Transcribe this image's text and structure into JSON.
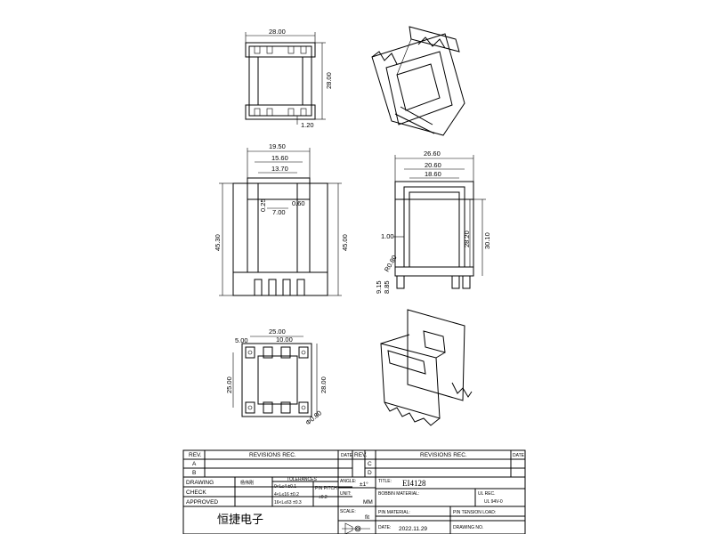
{
  "dimensions": {
    "top_width": "28.00",
    "top_height": "28.00",
    "top_pin": "1.20",
    "front_outer": "19.50",
    "front_mid": "15.60",
    "front_inner": "13.70",
    "front_pin_w": "0.25",
    "front_pin_gap": "7.00",
    "front_pin_h": "0.60",
    "front_left_h": "45.30",
    "front_right_h": "45.00",
    "side_outer": "26.60",
    "side_mid": "20.60",
    "side_inner": "18.60",
    "side_h1": "28.20",
    "side_h2": "30.10",
    "side_wall": "1.00",
    "side_r": "R0.80",
    "side_b1": "9.15",
    "side_b2": "8.85",
    "bottom_w1": "25.00",
    "bottom_w2": "10.00",
    "bottom_w3": "5.00",
    "bottom_h1": "25.00",
    "bottom_h2": "28.00",
    "bottom_pin": "Φ0.80"
  },
  "title_block": {
    "rev_label": "REV.",
    "revisions_label": "REVISIONS REC.",
    "date_label": "DATE",
    "rev_a": "A",
    "rev_b": "B",
    "rev_c": "C",
    "rev_d": "D",
    "drawing_label": "DRAWING",
    "drawing_value": "杨伟刚",
    "check_label": "CHECK",
    "approved_label": "APPROVED",
    "tolerances_label": "TOLERANCES",
    "tol_1": "0<L≤4   ±0.1",
    "tol_2": "4<L≤16  ±0.2",
    "tol_3": "16<L≤63 ±0.3",
    "pin_pitch_label": "PIN PITCH",
    "pin_pitch_value": "±0.2",
    "angle_label": "ANGLE:",
    "angle_value": "±1°",
    "unit_label": "UNIT:",
    "unit_value": "MM",
    "scale_label": "SCALE:",
    "scale_value": "fit",
    "title_label": "TITLE:",
    "title_value": "EI4128",
    "bobbin_label": "BOBBIN MATERIAL:",
    "ul_label": "UL REC.",
    "ul_value": "UL 94V-0",
    "pin_material_label": "PIN MATERIAL:",
    "pin_tension_label": "PIN TENSION LOAD:",
    "drawing_date_label": "DATE:",
    "drawing_date_value": "2022.11.29",
    "drawing_no_label": "DRAWING NO.",
    "company_name": "恒捷电子"
  }
}
